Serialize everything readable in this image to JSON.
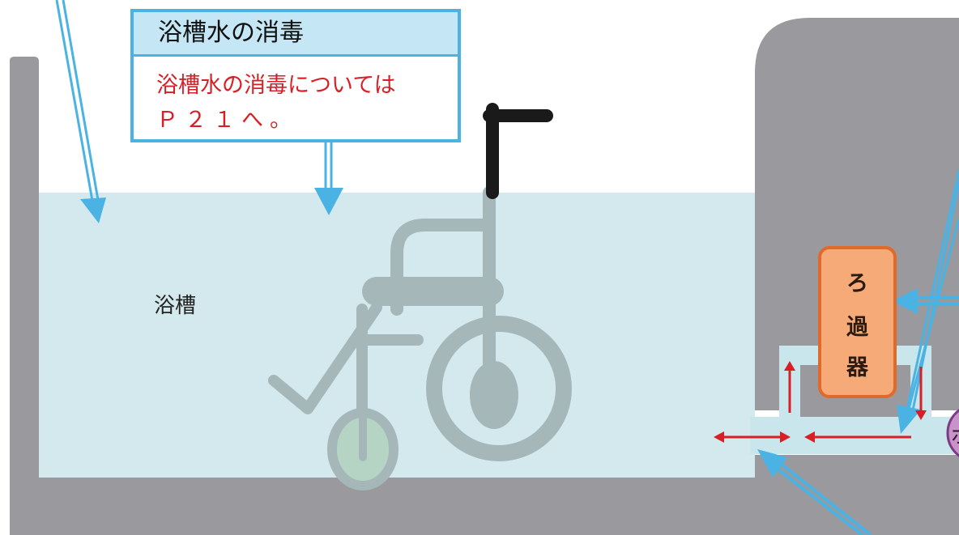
{
  "callout": {
    "title": "浴槽水の消毒",
    "body_line1": "浴槽水の消毒については",
    "body_line2": "Ｐ２１へ。"
  },
  "tub_label": "浴槽",
  "filter": {
    "char1": "ろ",
    "char2": "過",
    "char3": "器"
  },
  "colors": {
    "wall": "#9a9a9e",
    "water": "#d3e9ee",
    "arrow_blue": "#4bb3e3",
    "arrow_red": "#d81f26",
    "filter_fill": "#f5aa78",
    "filter_border": "#e06a2a",
    "wheelchair": "#a6b7ba",
    "handle": "#1a1a1a",
    "pump": "#c992c8"
  }
}
